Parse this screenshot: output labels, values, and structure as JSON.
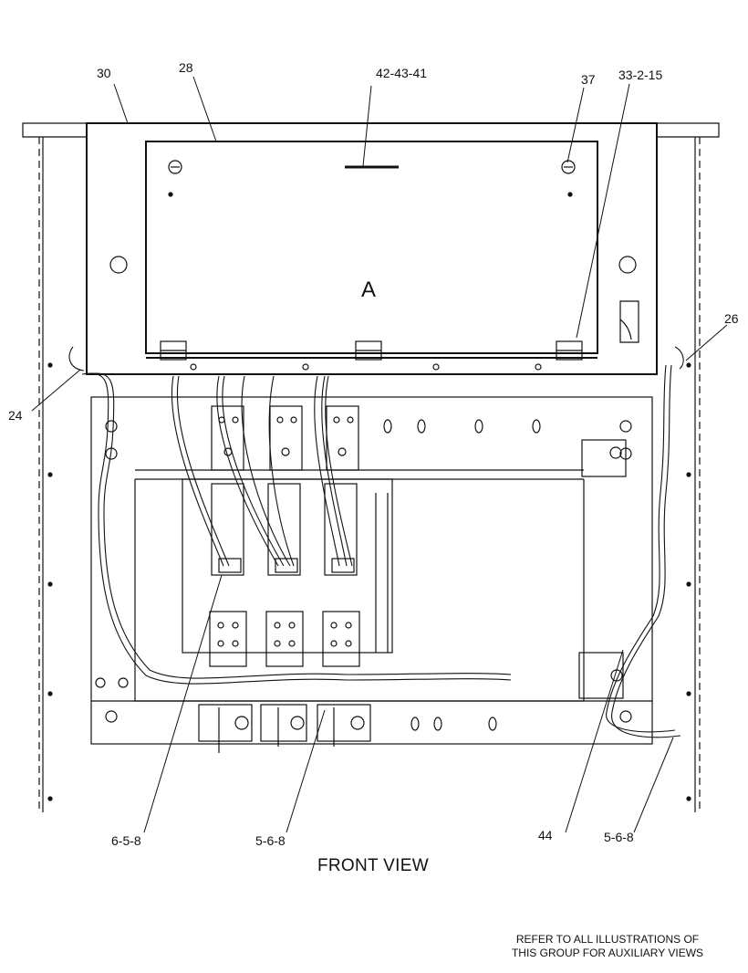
{
  "diagram": {
    "view_title": "FRONT VIEW",
    "zone_label": "A",
    "note_lines": [
      "REFER TO ALL ILLUSTRATIONS OF",
      "THIS GROUP FOR AUXILIARY VIEWS"
    ],
    "callouts": {
      "c30": "30",
      "c28": "28",
      "c42": "42-43-41",
      "c37": "37",
      "c33": "33-2-15",
      "c26": "26",
      "c24": "24",
      "c658": "6-5-8",
      "c568a": "5-6-8",
      "c44": "44",
      "c568b": "5-6-8"
    }
  }
}
